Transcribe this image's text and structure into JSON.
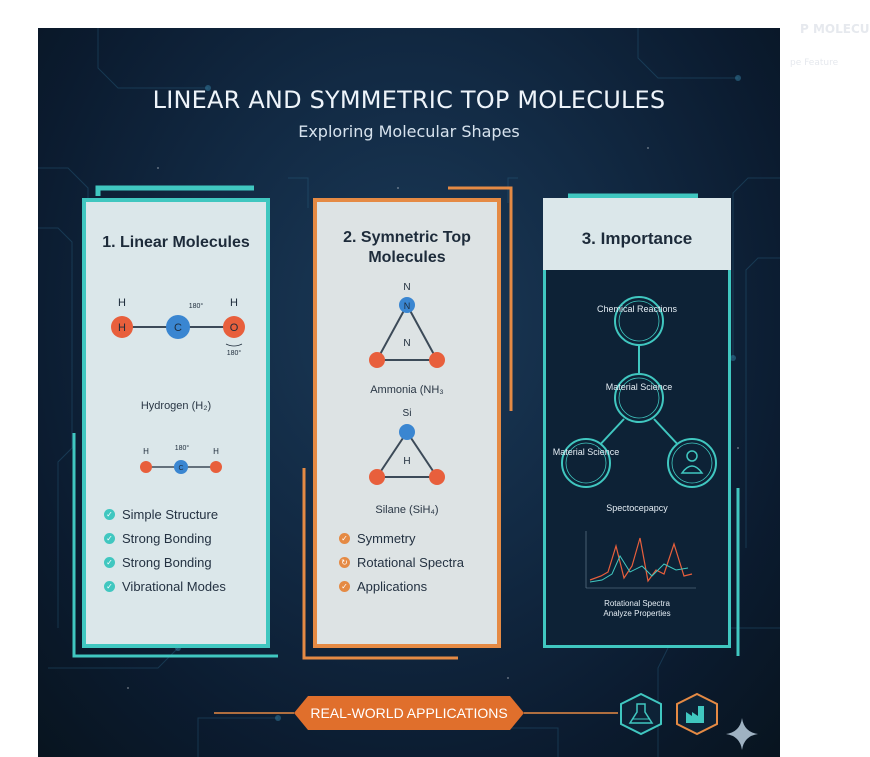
{
  "background_text": {
    "top_right": "P MOLECU",
    "top_right_small": "pe Feature"
  },
  "header": {
    "title": "LINEAR AND SYMMETRIC TOP MOLECULES",
    "subtitle": "Exploring Molecular Shapes"
  },
  "colors": {
    "background": "#0f2238",
    "teal": "#40c7c0",
    "orange": "#e58a44",
    "atom_red": "#e85f3c",
    "atom_blue": "#3a86d1"
  },
  "panels": {
    "linear": {
      "title": "1. Linear Molecules",
      "diagram1": {
        "atoms": [
          "H",
          "C",
          "O"
        ],
        "top_labels": [
          "H",
          "H"
        ],
        "angle": "180°",
        "angle_bottom": "180°",
        "caption": "Hydrogen (H₂)"
      },
      "diagram2": {
        "atoms": [
          "H",
          "C",
          "H"
        ],
        "angle": "180°"
      },
      "bullets": [
        "Simple Structure",
        "Strong Bonding",
        "Strong Bonding",
        "Vibrational Modes"
      ]
    },
    "symmetric": {
      "title": "2. Symnetric Top Molecules",
      "diagram1": {
        "top": "N",
        "atom": "N",
        "center": "N",
        "caption": "Ammonia (NH₃"
      },
      "diagram2": {
        "top": "Si",
        "center": "H",
        "caption": "Silane (SiH₄)"
      },
      "bullets": [
        "Symmetry",
        "Rotational Spectra",
        "Applications"
      ]
    },
    "importance": {
      "title": "3. Importance",
      "nodes": [
        "Chemical Reactions",
        "Material Science",
        "Material Science"
      ],
      "node_icon": "lab-person-icon",
      "spectro_label": "Spectocepapcy",
      "chart_caption": [
        "Rotational Spectra",
        "Analyze Properties"
      ]
    }
  },
  "footer": {
    "banner": "REAL-WORLD APPLICATIONS",
    "icons": [
      "flask-icon",
      "factory-icon",
      "sparkle-icon"
    ]
  }
}
